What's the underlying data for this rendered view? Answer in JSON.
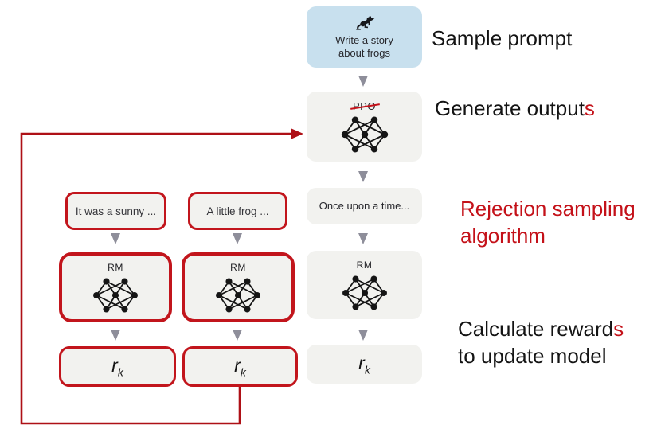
{
  "colors": {
    "blue_box": "#c8e0ee",
    "gray_box": "#f2f2ef",
    "red_accent": "#c41119",
    "red_border": "#c2151c",
    "loop_line": "#ae1016",
    "arrow_gray": "#8e8e9a"
  },
  "center_column": {
    "prompt_box": {
      "icon": "frog-icon",
      "line1": "Write a story",
      "line2": "about frogs"
    },
    "policy_box": {
      "label": "PPO",
      "icon": "neural-network-icon"
    },
    "output_box": {
      "text": "Once upon a time..."
    },
    "rm_box": {
      "label": "RM",
      "icon": "neural-network-icon"
    },
    "reward_box": {
      "base": "r",
      "sub": "k"
    }
  },
  "left_columns": [
    {
      "sample_text": "It was a sunny ...",
      "rm_label": "RM",
      "reward_base": "r",
      "reward_sub": "k"
    },
    {
      "sample_text": "A little frog ...",
      "rm_label": "RM",
      "reward_base": "r",
      "reward_sub": "k"
    }
  ],
  "annotations": {
    "sample_prompt": "Sample prompt",
    "generate_outputs_black": "Generate output",
    "generate_outputs_red": "s",
    "rejection_line1": "Rejection sampling",
    "rejection_line2": "algorithm",
    "calculate_line1_black": "Calculate reward",
    "calculate_line1_red": "s",
    "calculate_line2": "to update model"
  }
}
